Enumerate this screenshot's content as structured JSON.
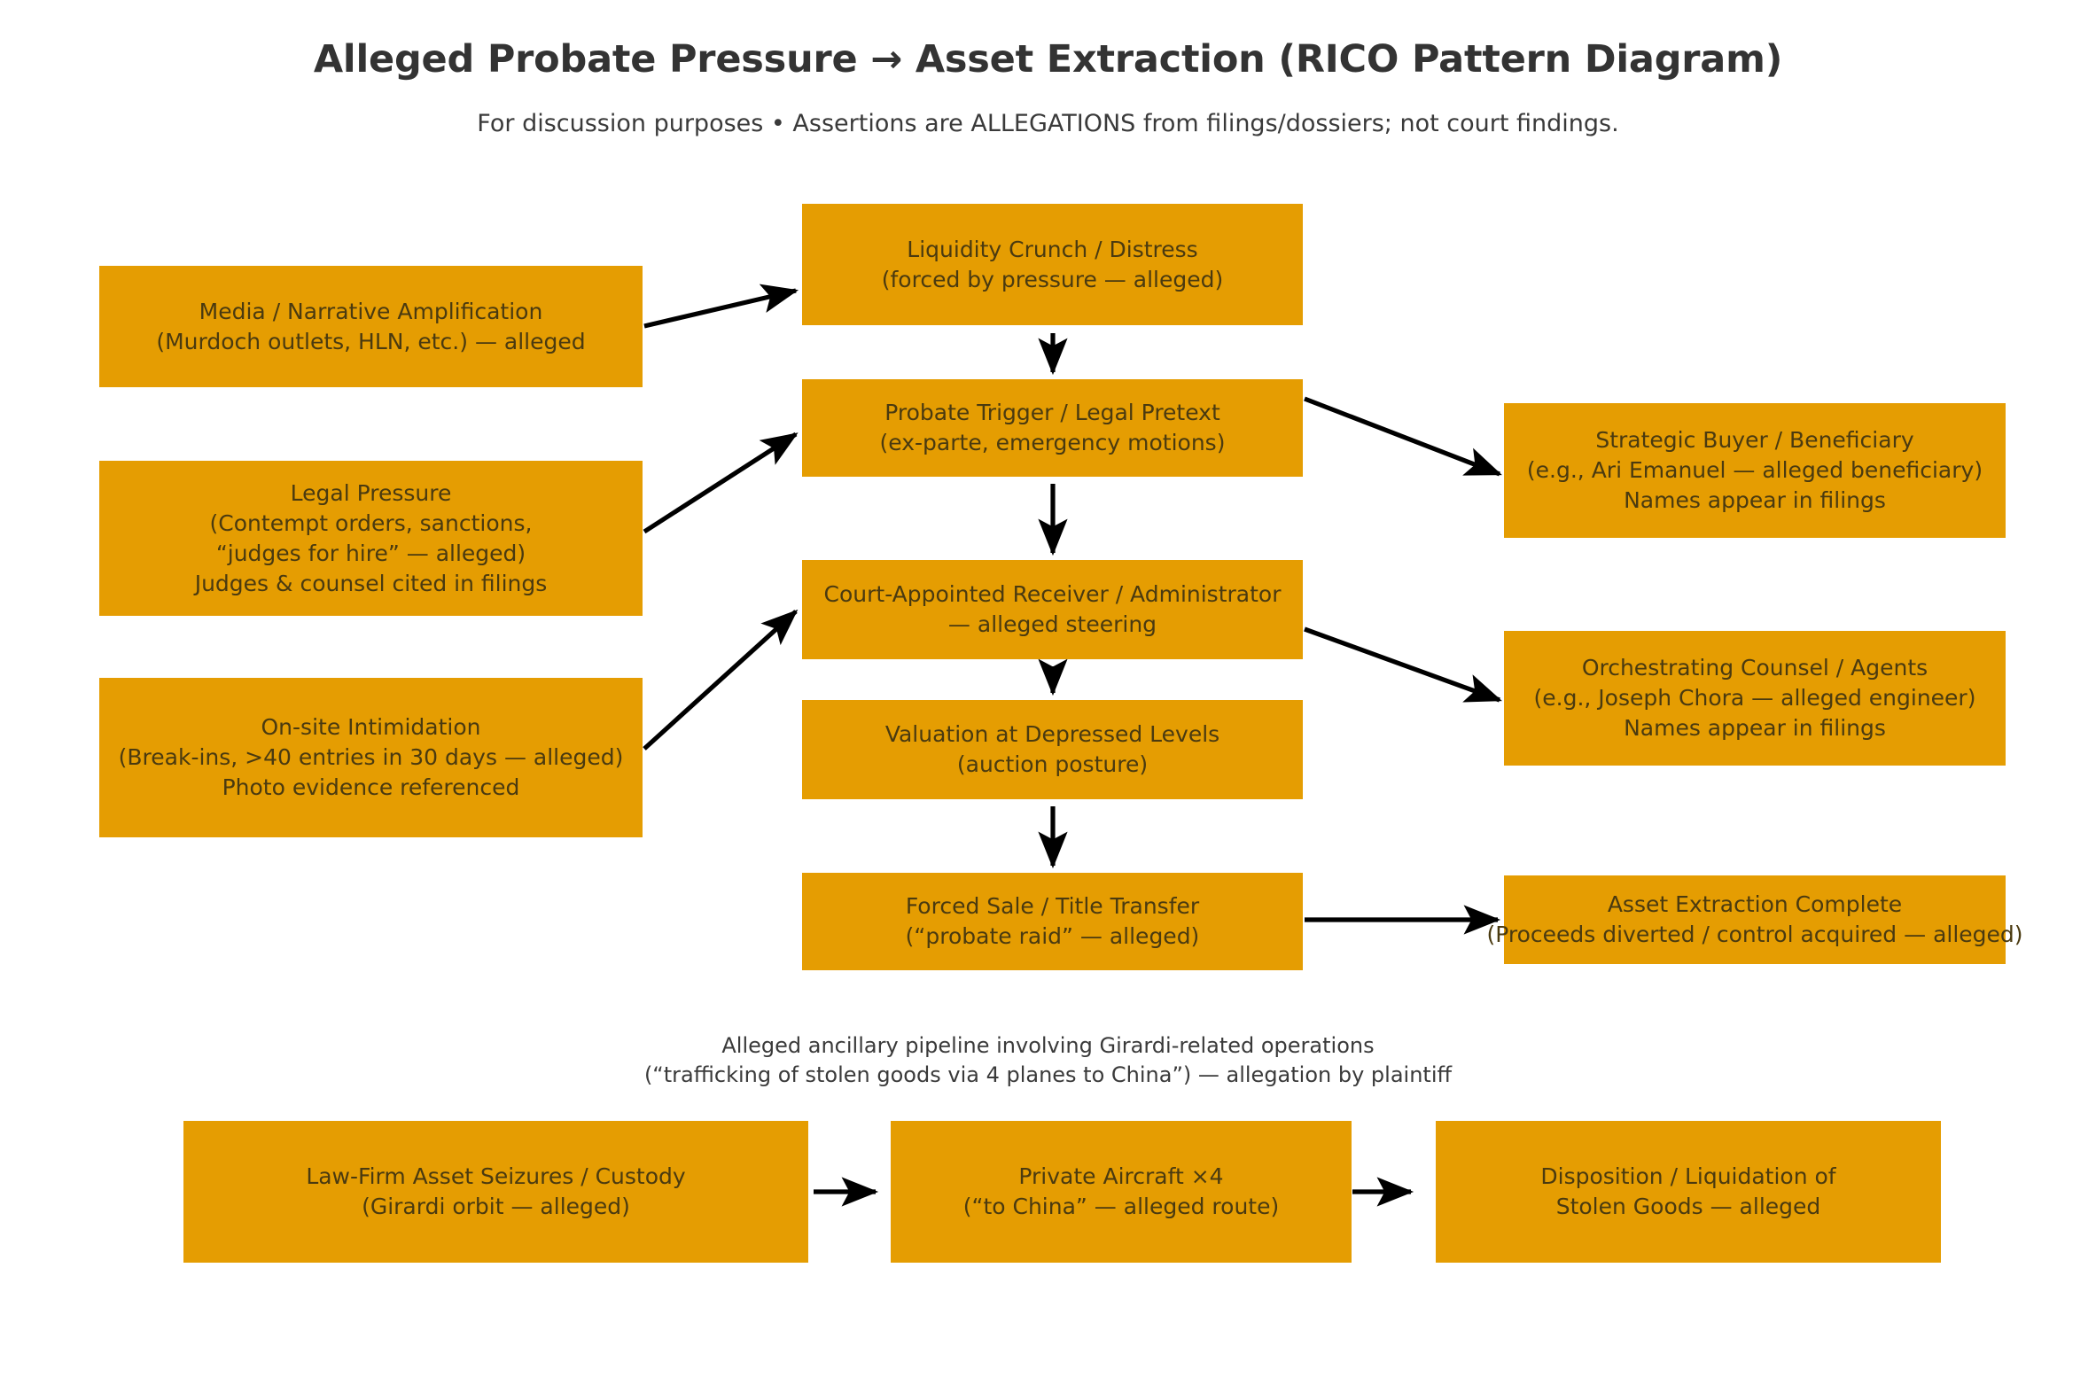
{
  "header": {
    "title": "Alleged Probate Pressure → Asset Extraction (RICO Pattern Diagram)",
    "subtitle": "For discussion purposes • Assertions are ALLEGATIONS from filings/dossiers; not court findings."
  },
  "section_caption": {
    "line1": "Alleged ancillary pipeline involving Girardi-related operations",
    "line2": "(“trafficking of stolen goods via 4 planes to China”) — allegation by plaintiff"
  },
  "colors": {
    "node_fill": "#E59D02",
    "node_text": "#4a3a10",
    "arrow": "#000000",
    "title_text": "#333333",
    "background": "#ffffff"
  },
  "chart_data": {
    "type": "diagram",
    "title": "Alleged Probate Pressure → Asset Extraction (RICO Pattern Diagram)",
    "nodes": [
      {
        "id": "media",
        "column": "left",
        "lines": [
          "Media / Narrative Amplification",
          "(Murdoch outlets, HLN, etc.) — alleged"
        ]
      },
      {
        "id": "legal-pressure",
        "column": "left",
        "lines": [
          "Legal Pressure",
          "(Contempt orders, sanctions,",
          "“judges for hire” — alleged)",
          "Judges & counsel cited in filings"
        ]
      },
      {
        "id": "intimidation",
        "column": "left",
        "lines": [
          "On-site Intimidation",
          "(Break-ins, >40 entries in 30 days — alleged)",
          "Photo evidence referenced"
        ]
      },
      {
        "id": "liquidity",
        "column": "center",
        "lines": [
          "Liquidity Crunch / Distress",
          "(forced by pressure — alleged)"
        ]
      },
      {
        "id": "probate-trigger",
        "column": "center",
        "lines": [
          "Probate Trigger / Legal Pretext",
          "(ex-parte, emergency motions)"
        ]
      },
      {
        "id": "receiver",
        "column": "center",
        "lines": [
          "Court-Appointed Receiver / Administrator",
          "— alleged steering"
        ]
      },
      {
        "id": "valuation",
        "column": "center",
        "lines": [
          "Valuation at Depressed Levels",
          "(auction posture)"
        ]
      },
      {
        "id": "forced-sale",
        "column": "center",
        "lines": [
          "Forced Sale / Title Transfer",
          "(“probate raid” — alleged)"
        ]
      },
      {
        "id": "strategic-buyer",
        "column": "right",
        "lines": [
          "Strategic Buyer / Beneficiary",
          "(e.g., Ari Emanuel — alleged beneficiary)",
          "Names appear in filings"
        ]
      },
      {
        "id": "orchestrating-counsel",
        "column": "right",
        "lines": [
          "Orchestrating Counsel / Agents",
          "(e.g., Joseph Chora — alleged engineer)",
          "Names appear in filings"
        ]
      },
      {
        "id": "asset-extraction",
        "column": "right",
        "lines": [
          "Asset Extraction Complete",
          "(Proceeds diverted / control acquired — alleged)"
        ]
      },
      {
        "id": "law-firm-seizures",
        "column": "bottom",
        "lines": [
          "Law-Firm Asset Seizures / Custody",
          "(Girardi orbit — alleged)"
        ]
      },
      {
        "id": "private-aircraft",
        "column": "bottom",
        "lines": [
          "Private Aircraft ×4",
          "(“to China” — alleged route)"
        ]
      },
      {
        "id": "disposition",
        "column": "bottom",
        "lines": [
          "Disposition / Liquidation of",
          "Stolen Goods — alleged"
        ]
      }
    ],
    "edges": [
      {
        "from": "media",
        "to": "liquidity"
      },
      {
        "from": "legal-pressure",
        "to": "probate-trigger"
      },
      {
        "from": "intimidation",
        "to": "receiver"
      },
      {
        "from": "liquidity",
        "to": "probate-trigger"
      },
      {
        "from": "probate-trigger",
        "to": "receiver"
      },
      {
        "from": "probate-trigger",
        "to": "strategic-buyer"
      },
      {
        "from": "receiver",
        "to": "valuation"
      },
      {
        "from": "receiver",
        "to": "orchestrating-counsel"
      },
      {
        "from": "valuation",
        "to": "forced-sale"
      },
      {
        "from": "forced-sale",
        "to": "asset-extraction"
      },
      {
        "from": "law-firm-seizures",
        "to": "private-aircraft"
      },
      {
        "from": "private-aircraft",
        "to": "disposition"
      }
    ]
  },
  "nodes": {
    "media": {
      "line1": "Media / Narrative Amplification",
      "line2": "(Murdoch outlets, HLN, etc.) — alleged"
    },
    "legal_pressure": {
      "line1": "Legal Pressure",
      "line2": "(Contempt orders, sanctions,",
      "line3": "“judges for hire” — alleged)",
      "line4": "Judges & counsel cited in filings"
    },
    "intimidation": {
      "line1": "On-site Intimidation",
      "line2": "(Break-ins, >40 entries in 30 days — alleged)",
      "line3": "Photo evidence referenced"
    },
    "liquidity": {
      "line1": "Liquidity Crunch / Distress",
      "line2": "(forced by pressure — alleged)"
    },
    "probate_trigger": {
      "line1": "Probate Trigger / Legal Pretext",
      "line2": "(ex-parte, emergency motions)"
    },
    "receiver": {
      "line1": "Court-Appointed Receiver / Administrator",
      "line2": "— alleged steering"
    },
    "valuation": {
      "line1": "Valuation at Depressed Levels",
      "line2": "(auction posture)"
    },
    "forced_sale": {
      "line1": "Forced Sale / Title Transfer",
      "line2": "(“probate raid” — alleged)"
    },
    "strategic_buyer": {
      "line1": "Strategic Buyer / Beneficiary",
      "line2": "(e.g., Ari Emanuel — alleged beneficiary)",
      "line3": "Names appear in filings"
    },
    "orchestrating_counsel": {
      "line1": "Orchestrating Counsel / Agents",
      "line2": "(e.g., Joseph Chora — alleged engineer)",
      "line3": "Names appear in filings"
    },
    "asset_extraction": {
      "line1": "Asset Extraction Complete",
      "line2": "(Proceeds diverted / control acquired — alleged)"
    },
    "law_firm_seizures": {
      "line1": "Law-Firm Asset Seizures / Custody",
      "line2": "(Girardi orbit — alleged)"
    },
    "private_aircraft": {
      "line1": "Private Aircraft ×4",
      "line2": "(“to China” — alleged route)"
    },
    "disposition": {
      "line1": "Disposition / Liquidation of",
      "line2": "Stolen Goods — alleged"
    }
  }
}
